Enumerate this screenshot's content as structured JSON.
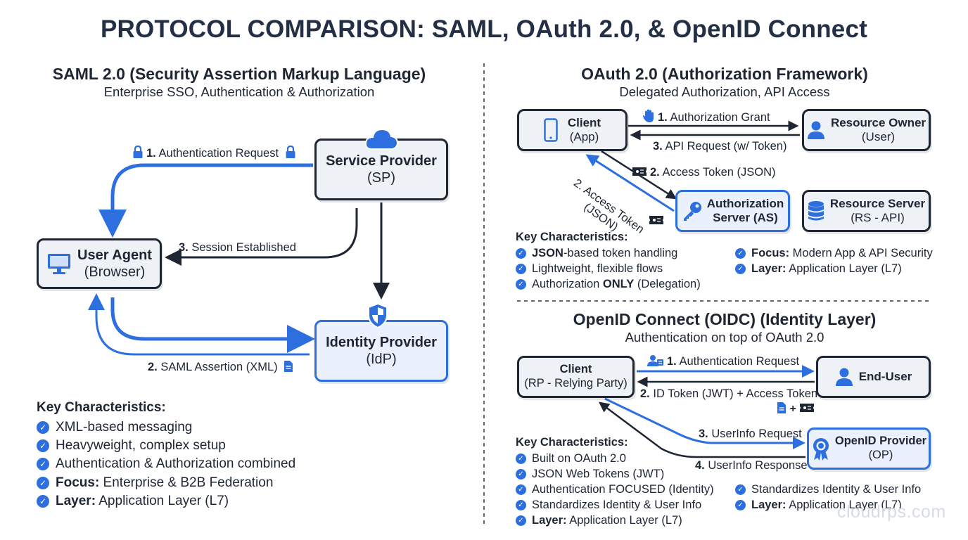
{
  "title": "PROTOCOL COMPARISON: SAML, OAuth 2.0, & OpenID Connect",
  "saml": {
    "title": "SAML 2.0 (Security Assertion Markup Language)",
    "subtitle": "Enterprise SSO, Authentication & Authorization",
    "user_agent": {
      "name": "User Agent",
      "detail": "(Browser)"
    },
    "service_provider": {
      "name": "Service Provider",
      "detail": "(SP)"
    },
    "identity_provider": {
      "name": "Identity Provider",
      "detail": "(IdP)"
    },
    "flows": [
      {
        "num": "1.",
        "text": "Authentication Request"
      },
      {
        "num": "2.",
        "text": "SAML Assertion (XML)"
      },
      {
        "num": "3.",
        "text": "Session Established"
      }
    ],
    "kc_title": "Key Characteristics:",
    "kc": [
      {
        "bold": "",
        "text": "XML-based messaging"
      },
      {
        "bold": "",
        "text": "Heavyweight, complex setup"
      },
      {
        "bold": "",
        "text": "Authentication & Authorization combined"
      },
      {
        "bold": "Focus:",
        "text": " Enterprise & B2B Federation"
      },
      {
        "bold": "Layer:",
        "text": " Application Layer (L7)"
      }
    ]
  },
  "oauth": {
    "title": "OAuth 2.0 (Authorization Framework)",
    "subtitle": "Delegated Authorization, API Access",
    "client": {
      "name": "Client",
      "detail": "(App)"
    },
    "resource_owner": {
      "name": "Resource Owner",
      "detail": "(User)"
    },
    "auth_server": {
      "name": "Authorization",
      "detail": "Server (AS)"
    },
    "resource_server": {
      "name": "Resource Server",
      "detail": "(RS - API)"
    },
    "flows": [
      {
        "num": "1.",
        "text": "Authorization Grant"
      },
      {
        "num": "3.",
        "text": "API Request (w/ Token)"
      },
      {
        "num": "2.",
        "text": "Access Token (JSON)"
      }
    ],
    "diag_label_1": "2. Access Token",
    "diag_label_2": "(JSON)",
    "kc_title": "Key Characteristics:",
    "kc_left": [
      {
        "bold": "JSON",
        "text": "-based token handling",
        "bold2": "",
        "text2": ""
      },
      {
        "bold": "",
        "text": "Lightweight, flexible flows",
        "bold2": "",
        "text2": ""
      },
      {
        "bold": "",
        "text": "Authorization ",
        "bold2": "ONLY",
        "text2": " (Delegation)"
      }
    ],
    "kc_right": [
      {
        "bold": "Focus:",
        "text": " Modern App & API Security"
      },
      {
        "bold": "Layer:",
        "text": " Application Layer (L7)"
      }
    ]
  },
  "oidc": {
    "title": "OpenID Connect (OIDC) (Identity Layer)",
    "subtitle": "Authentication on top of OAuth 2.0",
    "client": {
      "name": "Client",
      "detail": "(RP - Relying Party)"
    },
    "end_user": {
      "name": "End-User"
    },
    "provider": {
      "name": "OpenID Provider",
      "detail": "(OP)"
    },
    "flows": [
      {
        "num": "1.",
        "text": "Authentication Request"
      },
      {
        "num": "2.",
        "text": "ID Token (JWT) + Access Token"
      },
      {
        "num": "3.",
        "text": "UserInfo Request"
      },
      {
        "num": "4.",
        "text": "UserInfo Response"
      }
    ],
    "plus": "+",
    "kc_title": "Key Characteristics:",
    "kc_left": [
      {
        "bold": "",
        "text": "Built on OAuth 2.0"
      },
      {
        "bold": "",
        "text": "JSON Web Tokens (JWT)"
      },
      {
        "bold": "",
        "text": "Authentication FOCUSED (Identity)"
      },
      {
        "bold": "",
        "text": "Standardizes Identity & User Info"
      },
      {
        "bold": "Layer:",
        "text": " Application Layer (L7)"
      }
    ],
    "kc_right": [
      {
        "bold": "",
        "text": "Standardizes Identity & User Info"
      },
      {
        "bold": "Layer:",
        "text": " Application Layer (L7)"
      }
    ]
  },
  "watermark": "cloudrps.com",
  "colors": {
    "accent": "#2e6fe0",
    "dark": "#1e2533",
    "box_gray": "#eef1f6",
    "box_blue": "#eaf1fd"
  },
  "icons": [
    "monitor-icon",
    "cloud-icon",
    "shield-icon",
    "lock-icon",
    "document-icon",
    "phone-icon",
    "user-icon",
    "key-icon",
    "database-icon",
    "hand-icon",
    "ticket-icon",
    "badge-icon",
    "check-icon"
  ]
}
